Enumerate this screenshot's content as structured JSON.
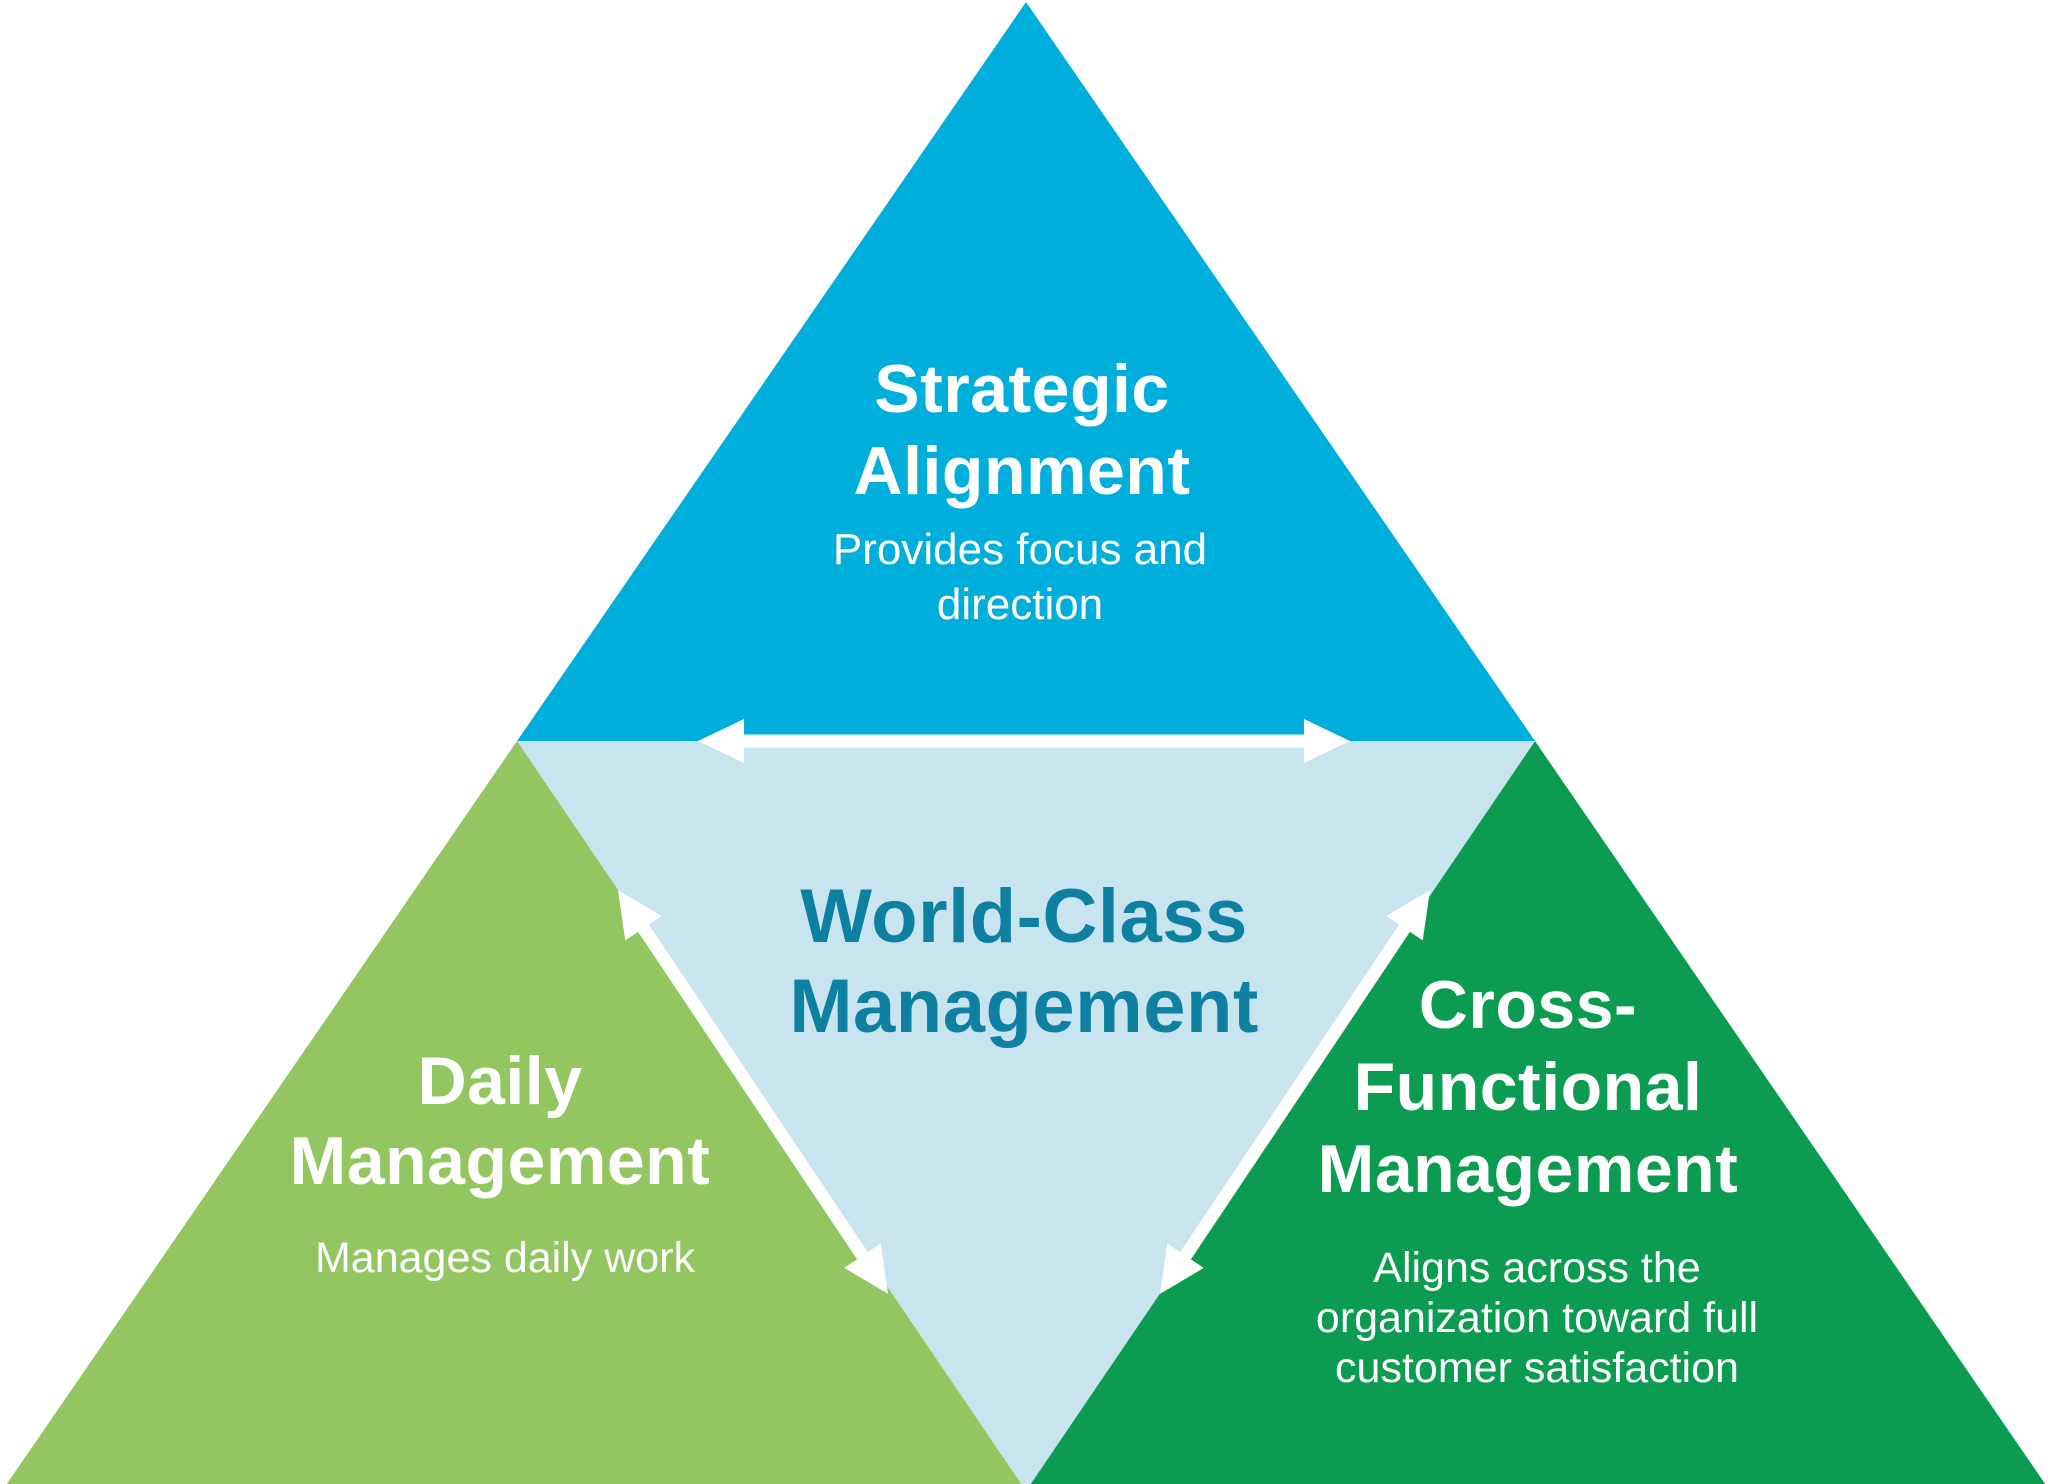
{
  "colors": {
    "strategic_blue": "#00aedb",
    "center_light_blue": "#c7e4ef",
    "daily_green": "#93c560",
    "cross_green": "#0c9c51",
    "center_text_teal": "#0e81a2",
    "label_white": "#ffffff",
    "arrow_white": "#ffffff"
  },
  "triangles": {
    "strategic": {
      "title": "Strategic\nAlignment",
      "subtitle": "Provides focus and\ndirection"
    },
    "center": {
      "title": "World-Class\nManagement"
    },
    "daily": {
      "title": "Daily\nManagement",
      "subtitle": "Manages daily work"
    },
    "cross": {
      "title": "Cross-\nFunctional\nManagement",
      "subtitle": "Aligns across the\norganization toward full\ncustomer satisfaction"
    }
  }
}
